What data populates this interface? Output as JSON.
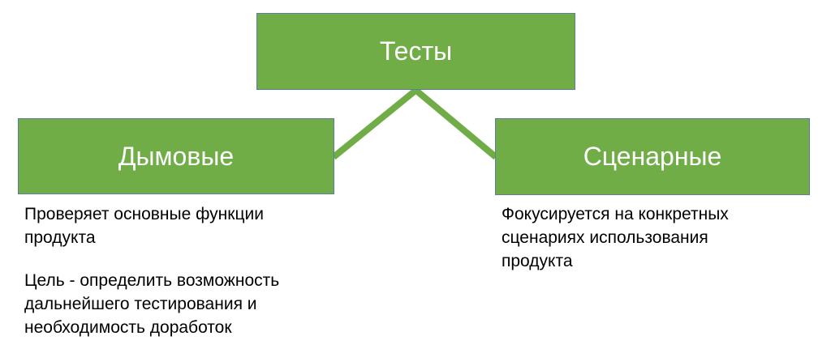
{
  "nodes": {
    "root": {
      "label": "Тесты"
    },
    "smoke": {
      "label": "Дымовые"
    },
    "scenario": {
      "label": "Сценарные"
    }
  },
  "notes": {
    "smoke": [
      [
        "Проверяет основные функции",
        "продукта"
      ],
      [
        "Цель - определить возможность",
        "дальнейшего тестирования и",
        "необходимость доработок"
      ]
    ],
    "scenario": [
      [
        "Фокусируется на конкретных",
        "сценариях использования",
        "продукта"
      ]
    ]
  },
  "colors": {
    "node_fill": "#70AD47",
    "node_border": "#5F7D9C",
    "connector": "#70AD47",
    "node_text": "#FFFFFF",
    "note_text": "#000000",
    "background": "#FFFFFF"
  }
}
